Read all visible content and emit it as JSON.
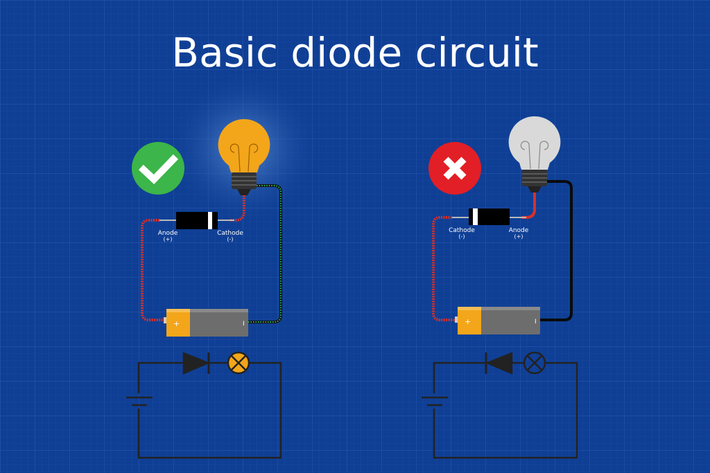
{
  "title": "Basic diode circuit",
  "colors": {
    "background": "#0f3f95",
    "grid": "#2a5bb0",
    "check": "#3cb54a",
    "cross": "#e21f26",
    "bulb_on": "#f3a61a",
    "bulb_off": "#d9d9d9",
    "wire_red": "#d8312a",
    "wire_green": "#1e9c4a",
    "battery_yellow": "#f3a61a",
    "battery_gray": "#6d6d6d"
  },
  "left_circuit": {
    "status_icon": "check-icon",
    "anode_label": "Anode",
    "anode_sign": "(+)",
    "cathode_label": "Cathode",
    "cathode_sign": "(-)",
    "battery_plus": "+",
    "battery_minus": "I"
  },
  "right_circuit": {
    "status_icon": "cross-icon",
    "cathode_label": "Cathode",
    "cathode_sign": "(-)",
    "anode_label": "Anode",
    "anode_sign": "(+)",
    "battery_plus": "+",
    "battery_minus": "I"
  }
}
